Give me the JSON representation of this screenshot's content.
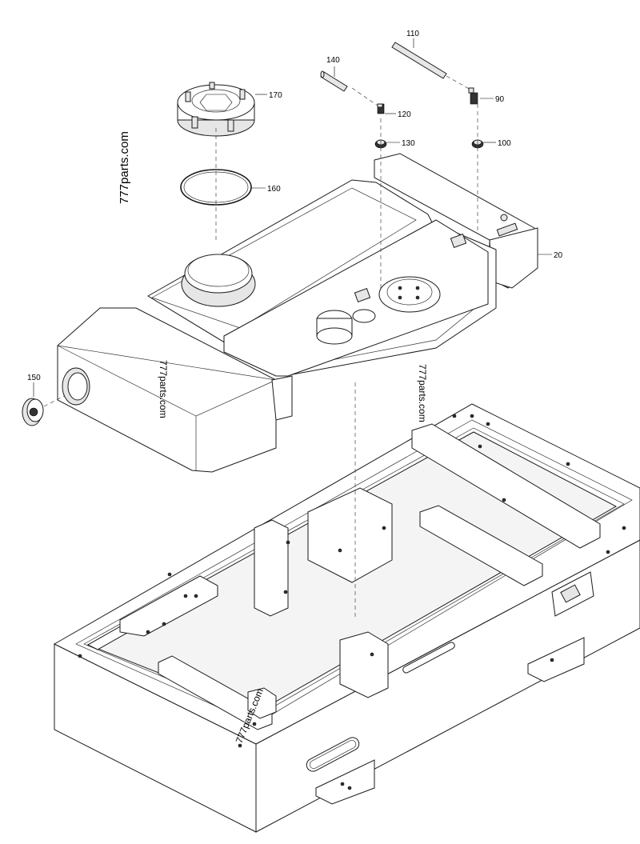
{
  "diagram": {
    "callouts": [
      {
        "id": "callout-170",
        "label": "170"
      },
      {
        "id": "callout-160",
        "label": "160"
      },
      {
        "id": "callout-140",
        "label": "140"
      },
      {
        "id": "callout-110",
        "label": "110"
      },
      {
        "id": "callout-120",
        "label": "120"
      },
      {
        "id": "callout-90",
        "label": "90"
      },
      {
        "id": "callout-130",
        "label": "130"
      },
      {
        "id": "callout-100",
        "label": "100"
      },
      {
        "id": "callout-20",
        "label": "20"
      },
      {
        "id": "callout-150",
        "label": "150"
      }
    ],
    "watermarks": [
      {
        "id": "watermark-1",
        "text": "777parts.com"
      },
      {
        "id": "watermark-2",
        "text": "777parts.com"
      },
      {
        "id": "watermark-3",
        "text": "777parts.com"
      },
      {
        "id": "watermark-4",
        "text": "777parts.com"
      }
    ]
  }
}
